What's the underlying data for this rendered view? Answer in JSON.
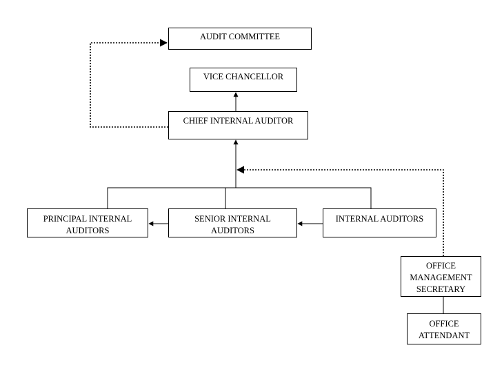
{
  "org_chart": {
    "nodes": {
      "audit_committee": "AUDIT COMMITTEE",
      "vice_chancellor": "VICE CHANCELLOR",
      "chief_internal_auditor": "CHIEF INTERNAL AUDITOR",
      "principal_internal_auditors": "PRINCIPAL INTERNAL\nAUDITORS",
      "senior_internal_auditors": "SENIOR INTERNAL\nAUDITORS",
      "internal_auditors": "INTERNAL AUDITORS",
      "office_management_secretary": "OFFICE\nMANAGEMENT\nSECRETARY",
      "office_attendant": "OFFICE\nATTENDANT"
    },
    "relationships": [
      {
        "from": "chief_internal_auditor",
        "to": "vice_chancellor",
        "style": "solid"
      },
      {
        "from": "chief_internal_auditor",
        "to": "audit_committee",
        "style": "dotted"
      },
      {
        "from": "principal_internal_auditors",
        "to": "chief_internal_auditor",
        "style": "solid"
      },
      {
        "from": "senior_internal_auditors",
        "to": "chief_internal_auditor",
        "style": "solid"
      },
      {
        "from": "internal_auditors",
        "to": "chief_internal_auditor",
        "style": "solid"
      },
      {
        "from": "internal_auditors",
        "to": "senior_internal_auditors",
        "style": "solid"
      },
      {
        "from": "senior_internal_auditors",
        "to": "principal_internal_auditors",
        "style": "solid"
      },
      {
        "from": "office_management_secretary",
        "to": "chief_internal_auditor",
        "style": "dotted"
      },
      {
        "from": "office_attendant",
        "to": "office_management_secretary",
        "style": "solid"
      }
    ]
  }
}
